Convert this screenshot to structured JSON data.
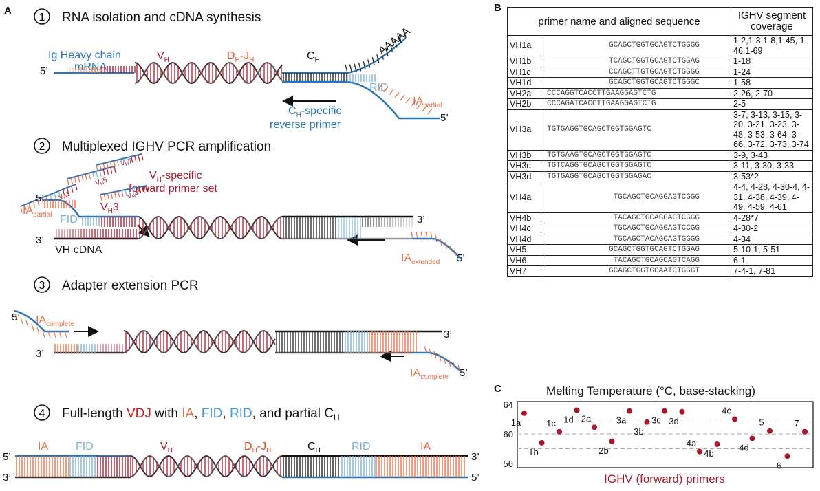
{
  "panels": {
    "a": "A",
    "b": "B",
    "c": "C"
  },
  "step1": {
    "number": "1",
    "title": "RNA isolation and cDNA synthesis",
    "mrna_line1": "Ig Heavy chain",
    "mrna_line2": "mRNA",
    "vh": "V",
    "vh_sub": "H",
    "dhjh": "D",
    "dhjh_sub1": "H",
    "dhjh_dash": "-J",
    "dhjh_sub2": "H",
    "ch": "C",
    "ch_sub": "H",
    "polya": "AAAAA",
    "rid": "RID",
    "ia": "IA",
    "ia_sub": "partial",
    "primer1a": "C",
    "primer1_sub": "H",
    "primer1b": "-specific",
    "primer2": "reverse primer",
    "five_prime_left": "5’",
    "five_prime_right": "5’"
  },
  "step2": {
    "number": "2",
    "title": "Multiplexed IGHV PCR amplification",
    "fwd1a": "V",
    "fwd1_sub": "H",
    "fwd1b": "-specific",
    "fwd2": "forward primer set",
    "vh1": "V",
    "vh1_sub": "H",
    "vh1_num": "1",
    "vh5": "V",
    "vh5_sub": "H",
    "vh5_num": "5",
    "vh7": "V",
    "vh7_sub": "H",
    "vh7_num": "7",
    "vh4": "V",
    "vh4_sub": "H",
    "vh4_num": "4",
    "vh3": "V",
    "vh3_sub": "H",
    "vh3_num": "3",
    "ia": "IA",
    "ia_sub": "partial",
    "fid": "FID",
    "cdna": "VH cDNA",
    "ia_ext": "IA",
    "ia_ext_sub": "extended",
    "five_top": "5’",
    "three_bottom": "3’",
    "three_right": "3’",
    "five_right": "5’"
  },
  "step3": {
    "number": "3",
    "title": "Adapter extension PCR",
    "ia": "IA",
    "ia_sub": "complete",
    "ia2": "IA",
    "ia2_sub": "complete",
    "five_left": "5’",
    "three_left": "3’",
    "three_right": "3’",
    "five_right": "5’"
  },
  "step4": {
    "number": "4",
    "title_a": "Full-length ",
    "title_vdj": "VDJ",
    "title_b": " with ",
    "title_ia": "IA",
    "title_c": ", ",
    "title_fid": "FID",
    "title_d": ", ",
    "title_rid": "RID",
    "title_e": ", and partial C",
    "title_sub": "H",
    "ia_left": "IA",
    "fid": "FID",
    "vh": "V",
    "vh_sub": "H",
    "dhjh": "D",
    "dhjh_sub1": "H",
    "dhjh_dash": "-J",
    "dhjh_sub2": "H",
    "ch": "C",
    "ch_sub": "H",
    "rid": "RID",
    "ia_right": "IA",
    "five_left": "5’",
    "three_left": "3’",
    "three_right": "3’",
    "five_right": "5’"
  },
  "table": {
    "header_seq": "primer name and aligned sequence",
    "header_cov": "IGHV segment coverage",
    "rows": [
      {
        "name": "VH1a",
        "seq": "GCAGCTGGTGCAGTCTGGGG",
        "cov": "1-2,1-3,1-8,1-45, 1-46,1-69",
        "left": false
      },
      {
        "name": "VH1b",
        "seq": "TCAGCTGGTGCAGTCTGGAG",
        "cov": "1-18",
        "left": false
      },
      {
        "name": "VH1c",
        "seq": "CCAGCTTGTGCAGTCTGGGG",
        "cov": "1-24",
        "left": false
      },
      {
        "name": "VH1d",
        "seq": "GCAGCTGGTGCAGTCTGGGC",
        "cov": "1-58",
        "left": false
      },
      {
        "name": "VH2a",
        "seq": "CCCAGGTCACCTTGAAGGAGTCTG",
        "cov": "2-26, 2-70",
        "left": true
      },
      {
        "name": "VH2b",
        "seq": "CCCAGATCACCTTGAAGGAGTCTG",
        "cov": "2-5",
        "left": true
      },
      {
        "name": "VH3a",
        "seq": "TGTGAGGTGCAGCTGGTGGAGTC",
        "cov": "3-7, 3-13, 3-15, 3-20, 3-21, 3-23, 3-48, 3-53, 3-64, 3-66, 3-72, 3-73, 3-74",
        "left": true
      },
      {
        "name": "VH3b",
        "seq": "TGTGAAGTGCAGCTGGTGGAGTC",
        "cov": "3-9, 3-43",
        "left": true
      },
      {
        "name": "VH3c",
        "seq": "TGTCAGGTGCAGCTGGTGGAGTC",
        "cov": "3-11, 3-30, 3-33",
        "left": true
      },
      {
        "name": "VH3d",
        "seq": "TGTGAGGTGCAGCTGGTGGAGAC",
        "cov": "3-53*2",
        "left": true
      },
      {
        "name": "VH4a",
        "seq": "TGCAGCTGCAGGAGTCGGG",
        "cov": "4-4, 4-28, 4-30-4, 4-31, 4-38, 4-39, 4-49, 4-59, 4-61",
        "left": false
      },
      {
        "name": "VH4b",
        "seq": "TACAGCTGCAGGAGTCGGG",
        "cov": "4-28*7",
        "left": false
      },
      {
        "name": "VH4c",
        "seq": "TGCAGCTGCAGGAGTCCGG",
        "cov": "4-30-2",
        "left": false
      },
      {
        "name": "VH4d",
        "seq": "TGCAGCTACAGCAGTGGGG",
        "cov": "4-34",
        "left": false
      },
      {
        "name": "VH5",
        "seq": "GCAGCTGGTGCAGTCTGGAG",
        "cov": "5-10-1, 5-51",
        "left": false
      },
      {
        "name": "VH6",
        "seq": "TACAGCTGCAGCAGTCAGG",
        "cov": "6-1",
        "left": false
      },
      {
        "name": "VH7",
        "seq": "GCAGCTGGTGCAATCTGGGT",
        "cov": "7-4-1, 7-81",
        "left": false
      }
    ]
  },
  "chart_data": {
    "type": "scatter",
    "title": "Melting Temperature (°C, base-stacking)",
    "xlabel": "IGHV (forward) primers",
    "ylabel": "",
    "ylim": [
      56,
      64
    ],
    "yticks": [
      56,
      60,
      64
    ],
    "gridlines": [
      58,
      60,
      62
    ],
    "marker_color": "#a8182a",
    "points": [
      {
        "label": "1a",
        "x": 1,
        "y": 62.8
      },
      {
        "label": "1b",
        "x": 2,
        "y": 58.8
      },
      {
        "label": "1c",
        "x": 3,
        "y": 60.3
      },
      {
        "label": "1d",
        "x": 4,
        "y": 63.2
      },
      {
        "label": "2a",
        "x": 5,
        "y": 60.9
      },
      {
        "label": "2b",
        "x": 6,
        "y": 59.0
      },
      {
        "label": "3a",
        "x": 7,
        "y": 63.1
      },
      {
        "label": "3b",
        "x": 8,
        "y": 61.6
      },
      {
        "label": "3c",
        "x": 9,
        "y": 63.1
      },
      {
        "label": "3d",
        "x": 10,
        "y": 63.0
      },
      {
        "label": "4a",
        "x": 11,
        "y": 57.6
      },
      {
        "label": "4b",
        "x": 12,
        "y": 58.6
      },
      {
        "label": "4c",
        "x": 13,
        "y": 62.0
      },
      {
        "label": "4d",
        "x": 14,
        "y": 59.4
      },
      {
        "label": "5",
        "x": 15,
        "y": 60.4
      },
      {
        "label": "6",
        "x": 16,
        "y": 57.0
      },
      {
        "label": "7",
        "x": 17,
        "y": 60.3
      }
    ]
  },
  "colors": {
    "red": "#b0182e",
    "orange": "#e8704a",
    "blue": "#2a74b8",
    "lightblue": "#7cb2d8",
    "black": "#111111",
    "gray": "#999999"
  }
}
